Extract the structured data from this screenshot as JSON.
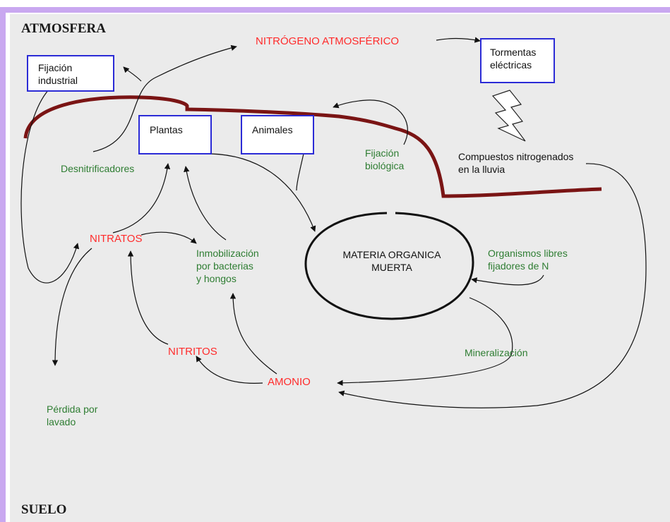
{
  "layers": {
    "top": "ATMOSFERA",
    "bottom": "SUELO"
  },
  "boxes": {
    "fijacion_industrial": "Fijación\nindustrial",
    "tormentas": "Tormentas\neléctricas",
    "plantas": "Plantas",
    "animales": "Animales"
  },
  "compounds": {
    "nitrogeno": "NITRÓGENO ATMOSFÉRICO",
    "nitratos": "NITRATOS",
    "nitritos": "NITRITOS",
    "amonio": "AMONIO"
  },
  "processes": {
    "desnitrificadores": "Desnitrificadores",
    "fijacion_biologica": "Fijación\nbiológica",
    "inmovilizacion": "Inmobilización\npor bacterias\n y hongos",
    "organismos_libres": "Organismos libres\nfijadores de N",
    "mineralizacion": "Mineralización",
    "perdida": "Pérdida por\nlavado"
  },
  "other": {
    "compuestos": "Compuestos nitrogenados\nen la lluvia",
    "materia_organica": "MATERIA ORGANICA\nMUERTA"
  },
  "colors": {
    "compound": "#ff2b2b",
    "process": "#2e7d32",
    "box_border": "#2b2bd6",
    "boundary": "#7a1414",
    "frame": "#c9a8f0"
  }
}
